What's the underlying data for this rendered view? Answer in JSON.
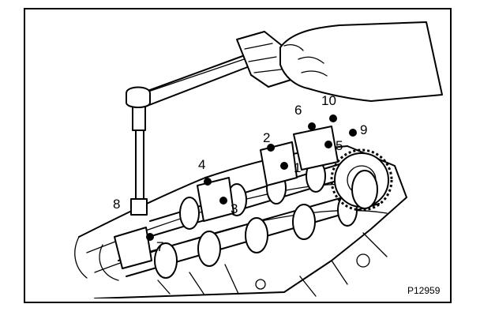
{
  "figure_code": "P12959",
  "bolt_labels": [
    "1",
    "2",
    "3",
    "4",
    "5",
    "6",
    "7",
    "8",
    "9",
    "10"
  ],
  "colors": {
    "ink": "#000000",
    "paper": "#ffffff"
  }
}
